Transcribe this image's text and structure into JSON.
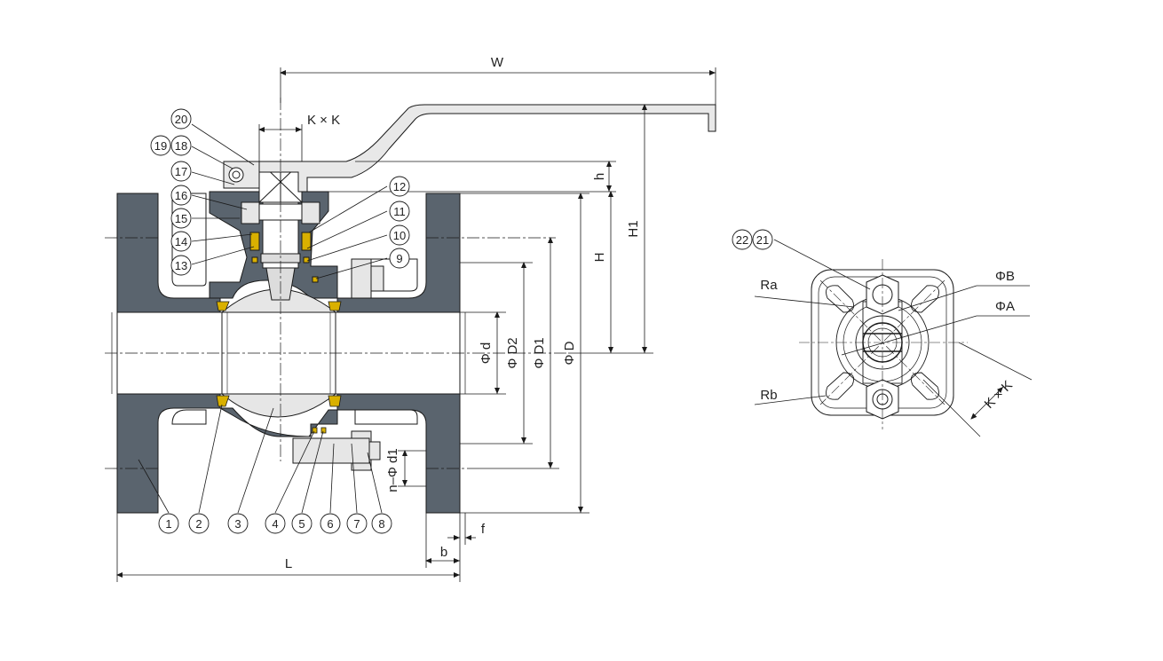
{
  "dimensions": {
    "W": "W",
    "KxK": "K × K",
    "h": "h",
    "H": "H",
    "H1": "H1",
    "phi_d": "Φ d",
    "phi_D2": "Φ D2",
    "phi_D1": "Φ D1",
    "phi_D": "Φ D",
    "n_phi_d1": "n–Φ d1",
    "L": "L",
    "b": "b",
    "f": "f"
  },
  "top_view_labels": {
    "callout_22": "22",
    "callout_21": "21",
    "Ra": "Ra",
    "Rb": "Rb",
    "phi_B": "ΦB",
    "phi_A": "ΦA",
    "KxK": "K × K"
  },
  "part_callouts": [
    "1",
    "2",
    "3",
    "4",
    "5",
    "6",
    "7",
    "8",
    "9",
    "10",
    "11",
    "12",
    "13",
    "14",
    "15",
    "16",
    "17",
    "18",
    "19",
    "20"
  ],
  "colors": {
    "body": "#5a646e",
    "line": "#1a1a1a",
    "seal": "#d9b000",
    "handle": "#e8e8e8"
  }
}
